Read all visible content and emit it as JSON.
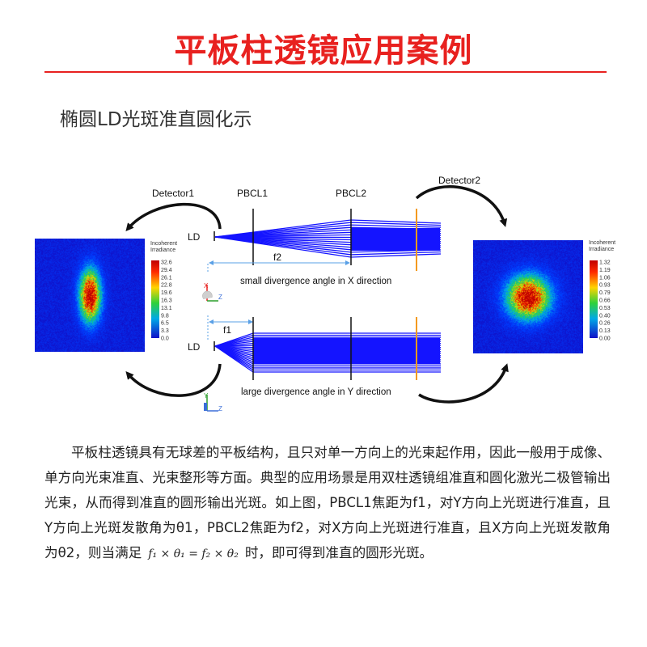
{
  "page": {
    "title": "平板柱透镜应用案例",
    "subtitle": "椭圆LD光斑准直圆化示"
  },
  "figure": {
    "detector1": "Detector1",
    "detector2": "Detector2",
    "pbcl1": "PBCL1",
    "pbcl2": "PBCL2",
    "ld_top": "LD",
    "ld_bottom": "LD",
    "f2": "f2",
    "f1": "f1",
    "caption_top": "small divergence angle in X direction",
    "caption_bottom": "large divergence angle in Y direction",
    "axis_x": "X",
    "axis_y": "Y",
    "axis_z": "Z",
    "left_legend": {
      "title1": "Incoherent",
      "title2": "Irradiance",
      "ticks": [
        "32.6",
        "29.4",
        "26.1",
        "22.8",
        "19.6",
        "16.3",
        "13.1",
        "9.8",
        "6.5",
        "3.3",
        "0.0"
      ]
    },
    "right_legend": {
      "title1": "Incoherent",
      "title2": "Irradiance",
      "ticks": [
        "1.32",
        "1.19",
        "1.06",
        "0.93",
        "0.79",
        "0.66",
        "0.53",
        "0.40",
        "0.26",
        "0.13",
        "0.00"
      ]
    }
  },
  "body": {
    "text_before": "平板柱透镜具有无球差的平板结构，且只对单一方向上的光束起作用，因此一般用于成像、单方向光束准直、光束整形等方面。典型的应用场景是用双柱透镜组准直和圆化激光二极管输出光束，从而得到准直的圆形输出光斑。如上图，PBCL1焦距为f1，对Y方向上光斑进行准直，且Y方向上光斑发散角为θ1，PBCL2焦距为f2，对X方向上光斑进行准直，且X方向上光斑发散角为θ2，则当满足",
    "formula": "f₁ × θ₁ = f₂ × θ₂",
    "text_after": "时，即可得到准直的圆形光斑。"
  },
  "colors": {
    "accent": "#e8211f",
    "beam": "#1414ff",
    "detector_line": "#f39a1f",
    "dim_line": "#5aa0e6"
  }
}
